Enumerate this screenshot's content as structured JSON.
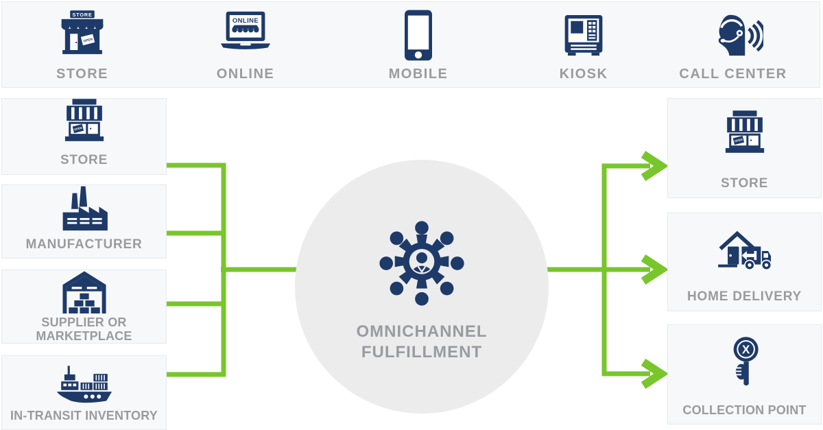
{
  "diagram": {
    "channels": [
      {
        "label": "STORE",
        "icon": "storefront-awning"
      },
      {
        "label": "ONLINE",
        "icon": "laptop-online-shop"
      },
      {
        "label": "MOBILE",
        "icon": "smartphone"
      },
      {
        "label": "KIOSK",
        "icon": "kiosk-terminal"
      },
      {
        "label": "CALL CENTER",
        "icon": "agent-headset-soundwaves"
      }
    ],
    "sources": [
      {
        "label": "STORE",
        "icon": "shop-front"
      },
      {
        "label": "MANUFACTURER",
        "icon": "factory"
      },
      {
        "label": "SUPPLIER OR MARKETPLACE",
        "icon": "warehouse-boxes"
      },
      {
        "label": "IN-TRANSIT INVENTORY",
        "icon": "container-ship"
      }
    ],
    "hub": {
      "title_line1": "OMNICHANNEL",
      "title_line2": "FULFILLMENT",
      "icon": "gear-person-network"
    },
    "destinations": [
      {
        "label": "STORE",
        "icon": "shop-front"
      },
      {
        "label": "HOME DELIVERY",
        "icon": "house-delivery-truck"
      },
      {
        "label": "COLLECTION POINT",
        "icon": "pickup-point-sign"
      }
    ],
    "icon_texts": {
      "store_sign": "STORE",
      "online_screen": "ONLINE",
      "open_tag": "OPEN",
      "open_tag_2": "OPEN",
      "open_tag_3": "OPEN",
      "x_mark": "X"
    },
    "colors": {
      "navy": "#1e3a68",
      "green": "#79c62c",
      "label_gray": "#999b9e",
      "panel_bg": "#f7f8f9",
      "hub_bg": "#ececed"
    }
  }
}
